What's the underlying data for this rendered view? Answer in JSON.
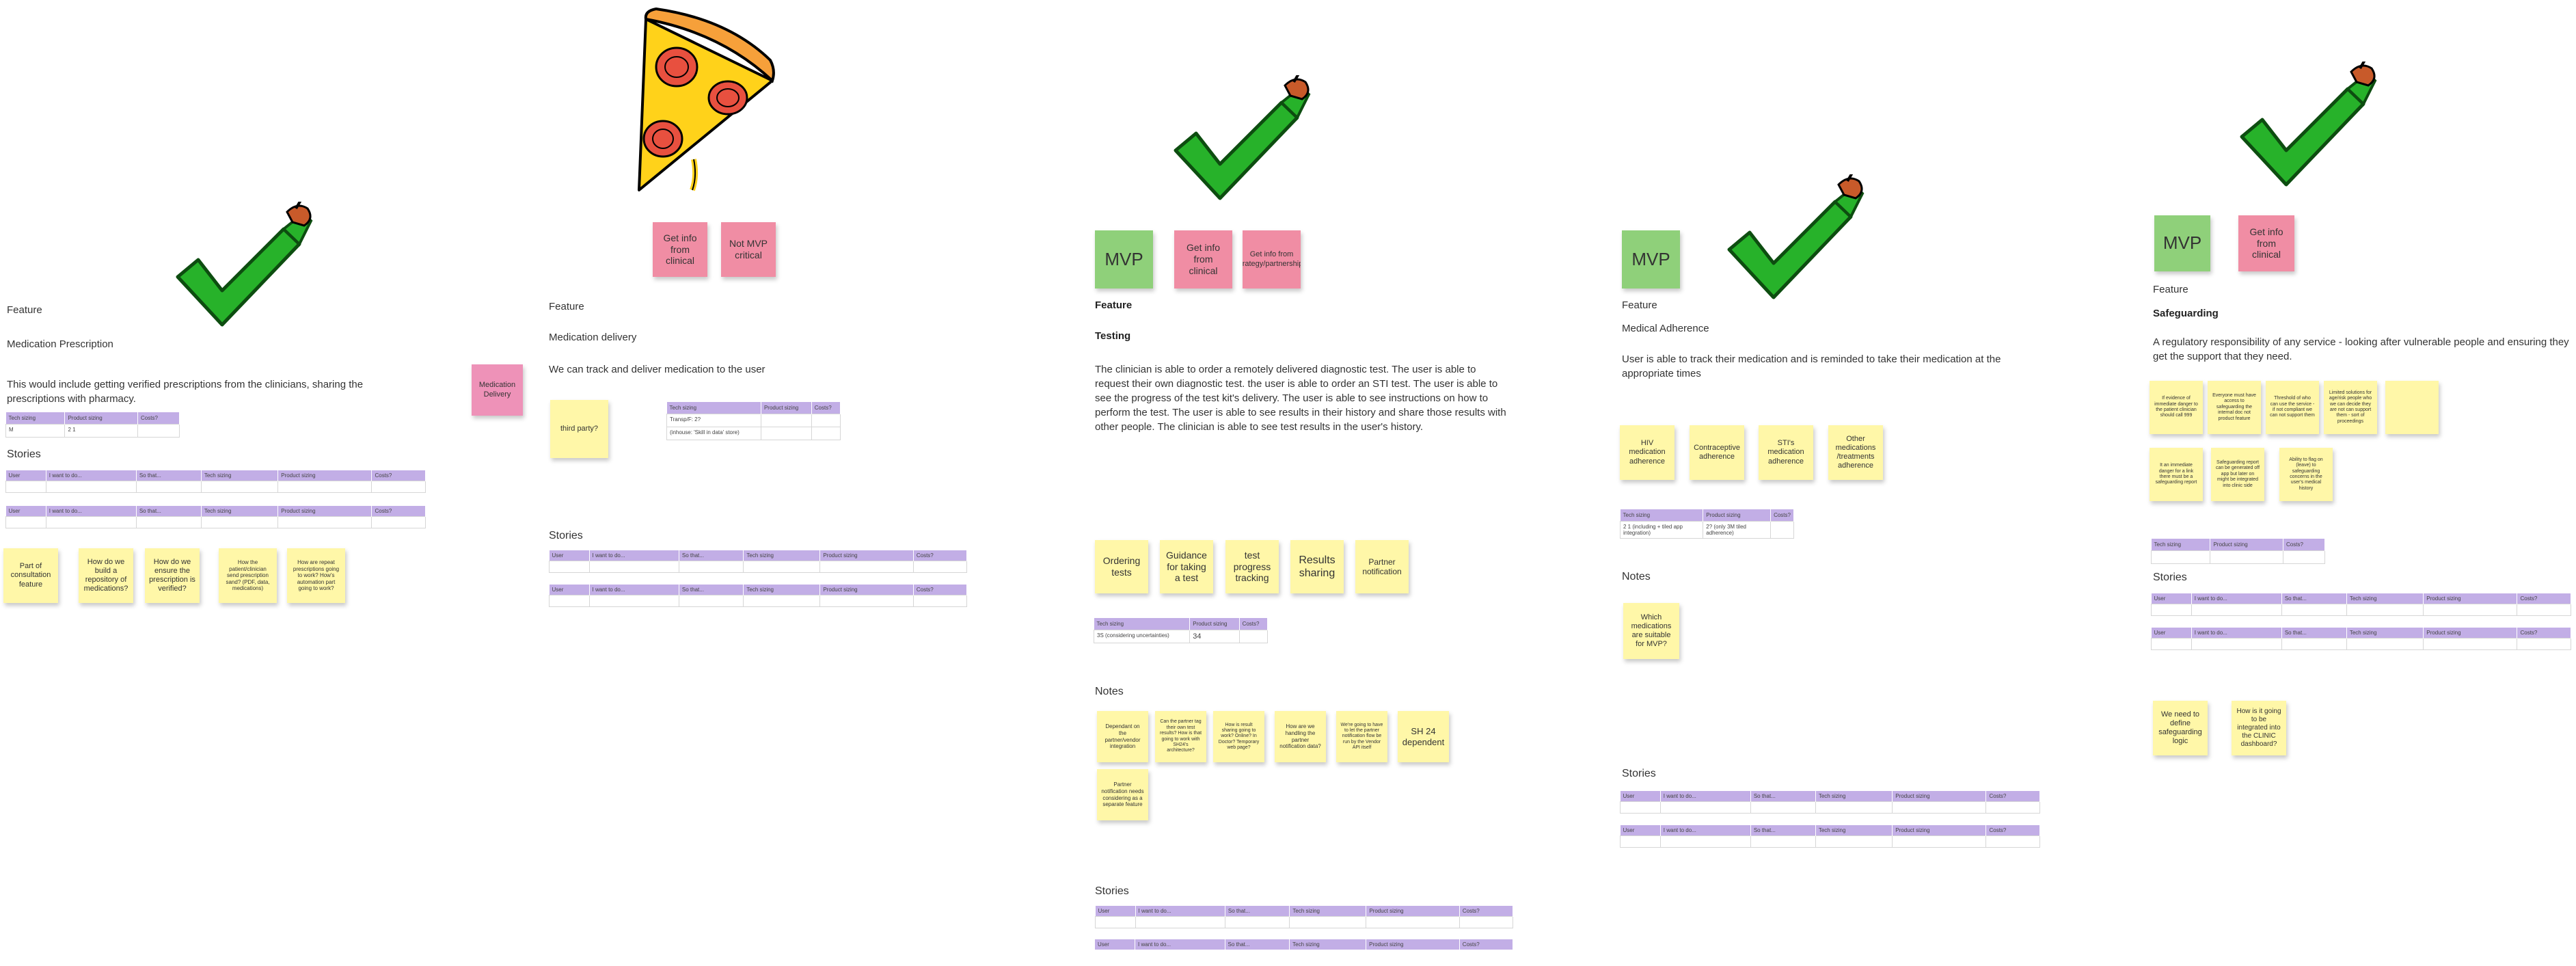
{
  "colors": {
    "sticky_yellow": "#fff7a8",
    "sticky_pink": "#f08da4",
    "sticky_green": "#8fd07a",
    "table_header": "#c2aee6",
    "check_green": "#27b22a"
  },
  "icons": [
    "pizza-icon",
    "checkmark-hand-icon"
  ],
  "table_headers": {
    "sizing": [
      "Tech sizing",
      "Product sizing",
      "Costs?"
    ],
    "stories": [
      "User",
      "I want to do...",
      "So that...",
      "Tech sizing",
      "Product sizing",
      "Costs?"
    ]
  },
  "col1": {
    "feature_label": "Feature",
    "feature_name": "Medication Prescription",
    "description": "This would include getting verified prescriptions from the clinicians, sharing the prescriptions with pharmacy.",
    "sizing": [
      "M",
      "2 1",
      ""
    ],
    "stories_label": "Stories",
    "notes": [
      "Part of consultation feature",
      "How do we build a repository of medications?",
      "How do we ensure the prescription is verified?",
      "How the patient/clinician send prescription sand? (PDF, data, medications)",
      "How are repeat prescriptions going to work? How's automation part going to work?"
    ]
  },
  "col2": {
    "tags": [
      "Get info from clinical",
      "Not MVP critical"
    ],
    "feature_label": "Feature",
    "feature_name": "Medication delivery",
    "description": "We can track and deliver medication to the user",
    "side_tag": "Medication Delivery",
    "note": "third party?",
    "sizing": [
      "Transp/F: 2?",
      "(inhouse: 'Skill in data' store)",
      ""
    ],
    "stories_label": "Stories"
  },
  "col3": {
    "tags": [
      "MVP",
      "Get info from clinical",
      "Get info from strategy/partnerships"
    ],
    "feature_label": "Feature",
    "feature_name": "Testing",
    "description": "The clinician is able to order a remotely delivered diagnostic test. The user is able to request their own diagnostic test. the user is able to order an STI test. The user is able to see the progress of the test kit's delivery. The user is able to see instructions on how to perform the test. The user is able to see results in their history and share those results with other people. The clinician is able to see test results in the user's history.",
    "subfeatures": [
      "Ordering tests",
      "Guidance for taking a test",
      "test progress tracking",
      "Results sharing",
      "Partner notification"
    ],
    "sizing": [
      "3S (considering uncertainties)",
      "34",
      ""
    ],
    "notes_label": "Notes",
    "notes": [
      "Dependant on the partner/vendor integration",
      "Can the partner tag their own test results? How is that going to work with SH24's architecture?",
      "How is result sharing going to work? Online? In Doctor? Temporary web page?",
      "How are we handling the partner notification data?",
      "We're going to have to let the partner notification flow be run by the Vendor API itself",
      "SH 24 dependent",
      "Partner notification needs considering as a separate feature"
    ],
    "stories_label": "Stories"
  },
  "col4": {
    "tags": [
      "MVP"
    ],
    "feature_label": "Feature",
    "feature_name": "Medical Adherence",
    "description": "User is able to track their medication and is reminded to take their medication at the appropriate times",
    "subfeatures": [
      "HIV medication adherence",
      "Contraceptive adherence",
      "STI's medication adherence",
      "Other medications /treatments adherence"
    ],
    "sizing": [
      "2 1 (including + tiled app integration)",
      "2? (only 3M tiled adherence)",
      ""
    ],
    "notes_label": "Notes",
    "note": "Which medications are suitable for MVP?",
    "stories_label": "Stories"
  },
  "col5": {
    "tags": [
      "MVP",
      "Get info from clinical"
    ],
    "feature_label": "Feature",
    "feature_name": "Safeguarding",
    "description": "A regulatory responsibility of any service - looking after vulnerable people and ensuring they get the support that they need.",
    "notes_top": [
      "If evidence of immediate danger to the patient clinician should call 999",
      "Everyone must have access to safeguarding the internal doc not product feature",
      "Threshold of who can use the service - if not compliant we can not support them",
      "Limited solutions for age/risk people who we can decide they are not can support them - sort of proceedings",
      ""
    ],
    "notes_bottom": [
      "It an immediate danger for a link there must be a safeguarding report",
      "Safeguarding report can be generated off app but later on might be integrated into clinic side",
      "Ability to flag on (leave) to safeguarding concerns in the user's medical history"
    ],
    "sizing": [
      "",
      "",
      ""
    ],
    "stories_label": "Stories",
    "notes_end": [
      "We need to define safeguarding logic",
      "How is it going to be integrated into the CLINIC dashboard?"
    ]
  }
}
